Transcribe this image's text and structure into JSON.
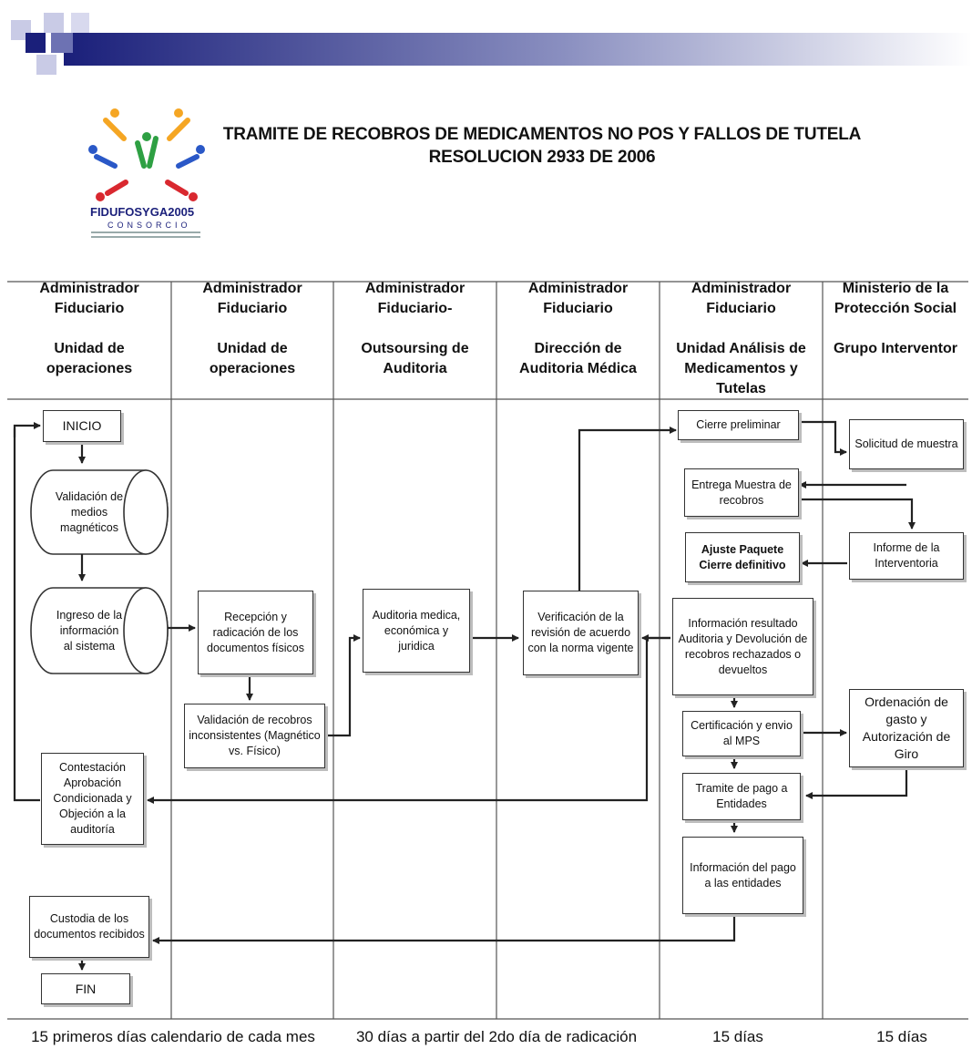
{
  "title": {
    "line1": "TRAMITE DE RECOBROS DE MEDICAMENTOS NO POS Y FALLOS DE TUTELA",
    "line2": "RESOLUCION 2933 DE 2006"
  },
  "logo": {
    "brand": "FIDUFOSYGA2005",
    "sub": "CONSORCIO"
  },
  "lanes": [
    {
      "head1": "Administrador",
      "head2": "Fiduciario",
      "sub1": "Unidad de",
      "sub2": "operaciones",
      "sub3": ""
    },
    {
      "head1": "Administrador",
      "head2": "Fiduciario",
      "sub1": "Unidad de",
      "sub2": "operaciones",
      "sub3": ""
    },
    {
      "head1": "Administrador",
      "head2": "Fiduciario-",
      "sub1": "Outsoursing de",
      "sub2": "Auditoria",
      "sub3": ""
    },
    {
      "head1": "Administrador",
      "head2": "Fiduciario",
      "sub1": "Dirección de",
      "sub2": "Auditoria Médica",
      "sub3": ""
    },
    {
      "head1": "Administrador",
      "head2": "Fiduciario",
      "sub1": "Unidad Análisis de",
      "sub2": "Medicamentos y",
      "sub3": "Tutelas"
    },
    {
      "head1": "Ministerio de la",
      "head2": "Protección Social",
      "sub1": "Grupo Interventor",
      "sub2": "",
      "sub3": ""
    }
  ],
  "nodes": {
    "inicio": "INICIO",
    "validacion": "Validación de medios magnéticos",
    "ingreso": "Ingreso de la información al sistema",
    "recepcion": "Recepción y radicación de los documentos físicos",
    "validacion_recobros": "Validación de recobros inconsistentes (Magnético vs. Físico)",
    "auditoria": "Auditoria medica, económica y juridica",
    "verificacion": "Verificación de la revisión de acuerdo con la norma vigente",
    "cierre_preliminar": "Cierre preliminar",
    "solicitud_muestra": "Solicitud de muestra",
    "entrega_muestra": "Entrega Muestra de recobros",
    "informe_interventoria": "Informe de la Interventoria",
    "ajuste_paquete": "Ajuste Paquete Cierre definitivo",
    "informacion_resultado": "Información resultado Auditoria y Devolución de recobros rechazados o devueltos",
    "certificacion": "Certificación y envio al MPS",
    "ordenacion": "Ordenación de gasto y Autorización de Giro",
    "tramite_pago": "Tramite de pago a Entidades",
    "informacion_pago": "Información del pago a las entidades",
    "contestacion": "Contestación Aprobación Condicionada y Objeción a la auditoría",
    "custodia": "Custodia de los documentos recibidos",
    "fin": "FIN"
  },
  "footer": {
    "t1": "15 primeros días calendario de cada mes",
    "t2": "30 días a partir del 2do día de radicación",
    "t3": "15 días",
    "t4": "15 días"
  },
  "colors": {
    "banner": "#1a1f7a",
    "lines": "#222222"
  }
}
